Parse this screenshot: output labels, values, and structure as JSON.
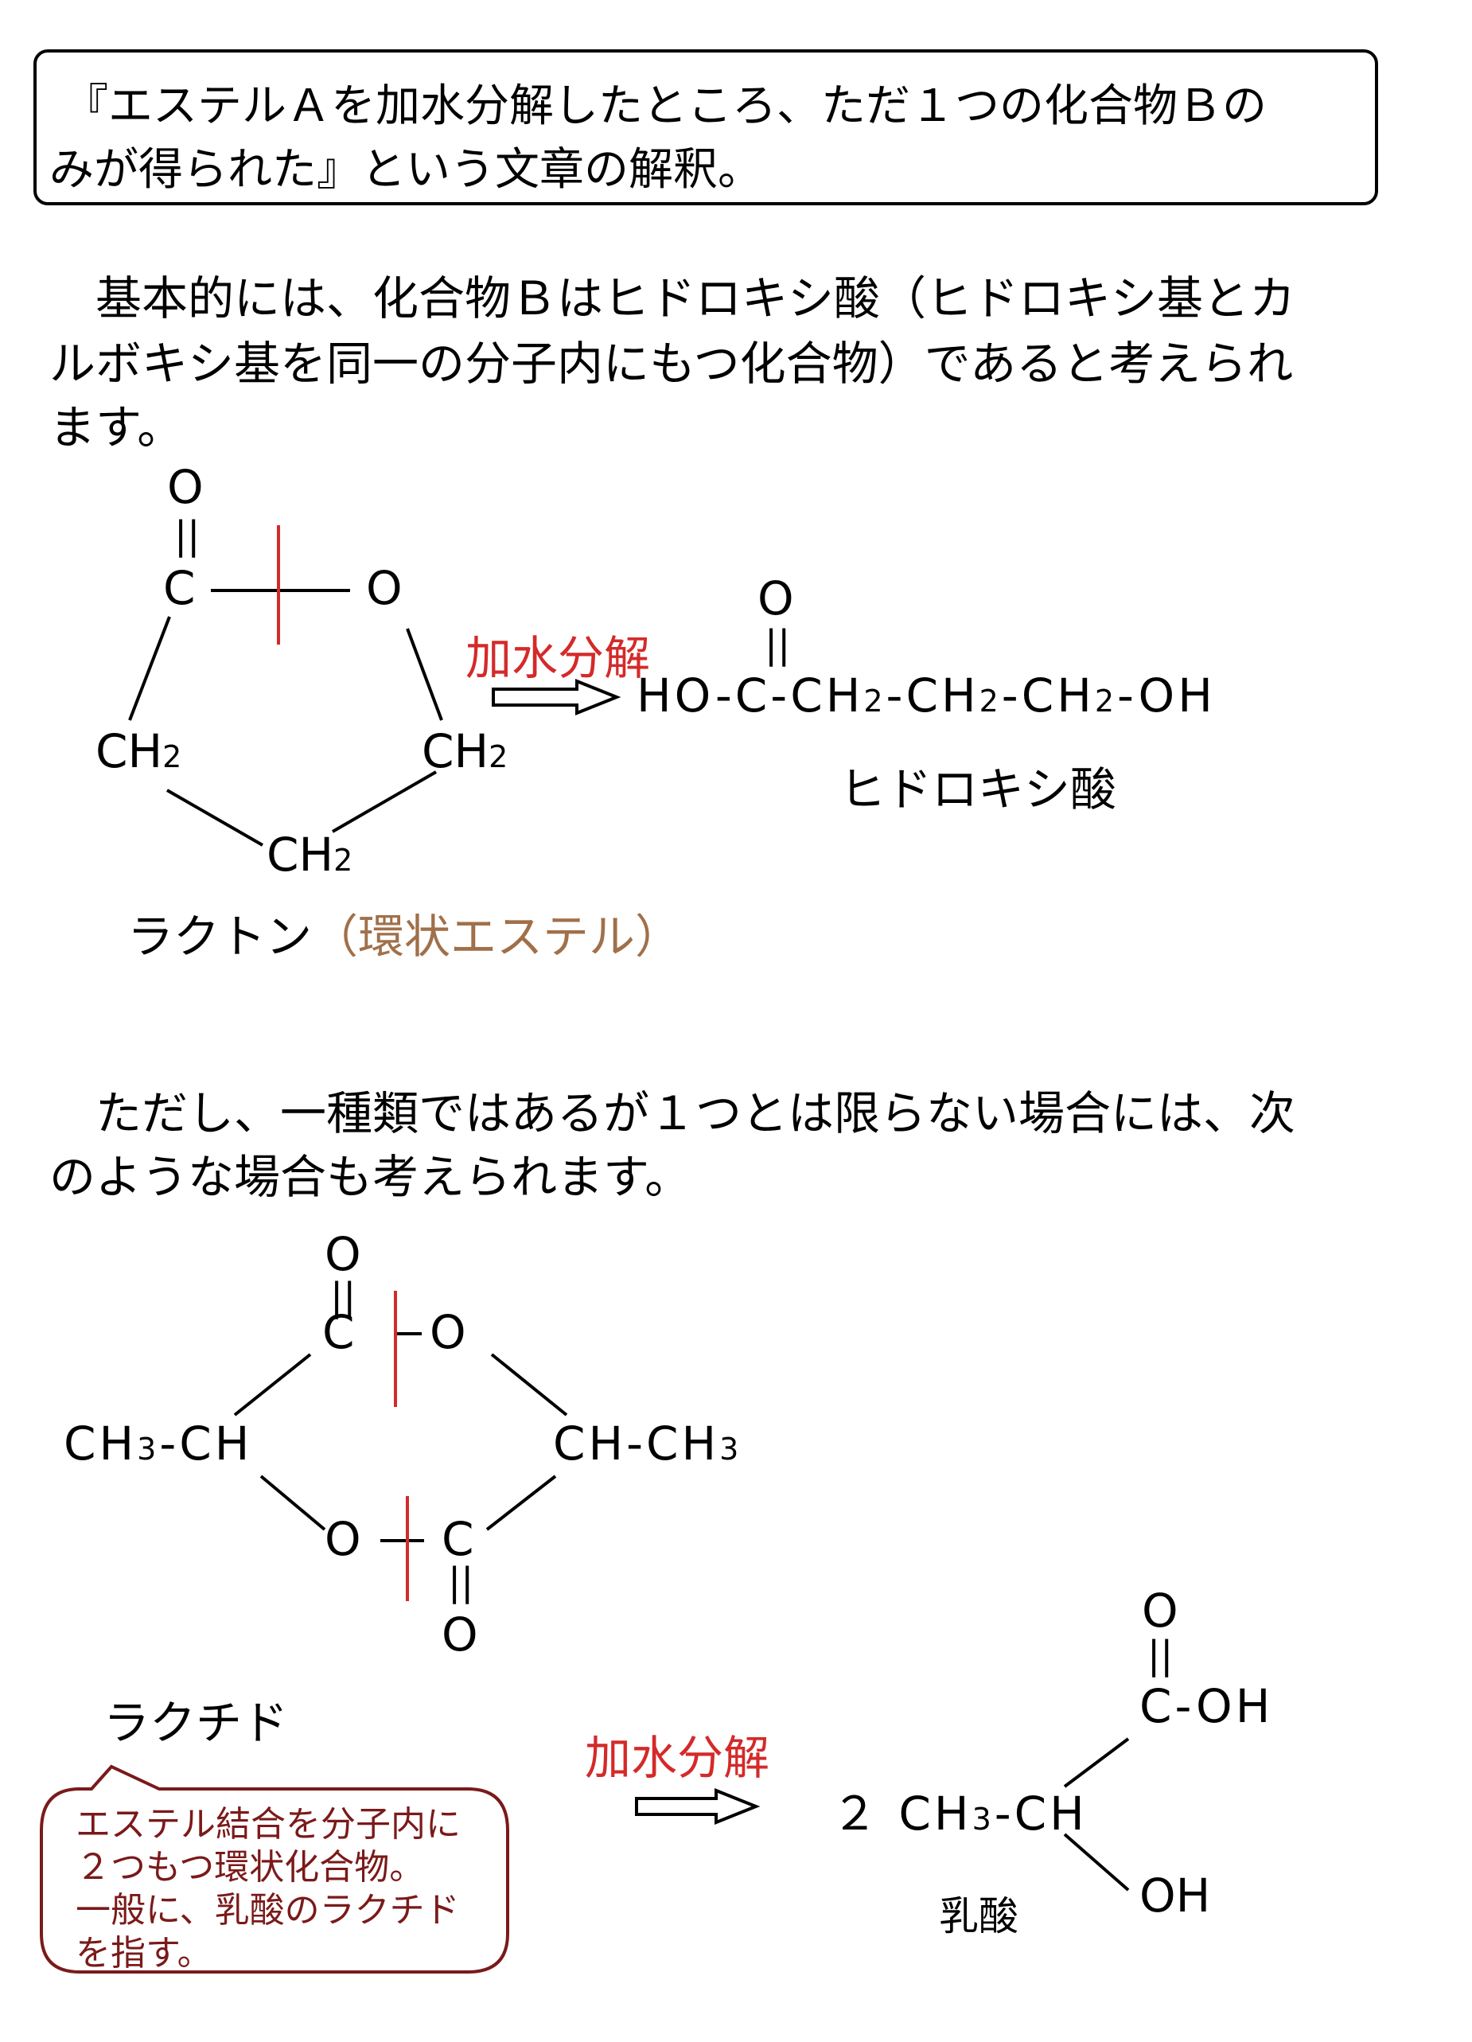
{
  "intro": {
    "line1": "『エステルＡを加水分解したところ、ただ１つの化合物Ｂの",
    "line2": "みが得られた』という文章の解釈。"
  },
  "para1": {
    "line1": "基本的には、化合物Ｂはヒドロキシ酸（ヒドロキシ基とカ",
    "line2": "ルボキシ基を同一の分子内にもつ化合物）であると考えられ",
    "line3": "ます。"
  },
  "lactone": {
    "o_top": "O",
    "dbl": "||",
    "c": "C",
    "o_ring": "O",
    "ch_left": "CH",
    "ch_right": "CH",
    "ch_bottom": "CH",
    "sub2": "2",
    "name": "ラクトン",
    "type": "（環状エステル）"
  },
  "reaction1": {
    "label": "加水分解",
    "product_o": "O",
    "product_dbl": "||",
    "product_parts": [
      "HO-C-CH",
      "2",
      "-CH",
      "2",
      "-CH",
      "2",
      "-OH"
    ],
    "product_name": "ヒドロキシ酸"
  },
  "para2": {
    "line1": "ただし、一種類ではあるが１つとは限らない場合には、次",
    "line2": "のような場合も考えられます。"
  },
  "lactide": {
    "o_top": "O",
    "dbl_top": "||",
    "c_top": "C",
    "o_top_ring": "O",
    "left": "CH",
    "left_sub": "3",
    "left_tail": "-CH",
    "right_head": "CH-CH",
    "right_sub": "3",
    "o_bottom_ring": "O",
    "c_bottom": "C",
    "dbl_bottom": "||",
    "o_bottom": "O",
    "name": "ラクチド"
  },
  "callout": {
    "line1": "エステル結合を分子内に",
    "line2": "２つもつ環状化合物。",
    "line3": "一般に、乳酸のラクチド",
    "line4": "を指す。"
  },
  "reaction2": {
    "label": "加水分解",
    "coef_part": "２ CH",
    "sub3": "3",
    "tail": "-CH",
    "o_top": "O",
    "dbl": "||",
    "cooh": "C-OH",
    "oh": "OH",
    "product_name": "乳酸"
  },
  "colors": {
    "red": "#d42a2a",
    "brown": "#a0704a",
    "maroon": "#7a1a1a",
    "black": "#000000"
  }
}
